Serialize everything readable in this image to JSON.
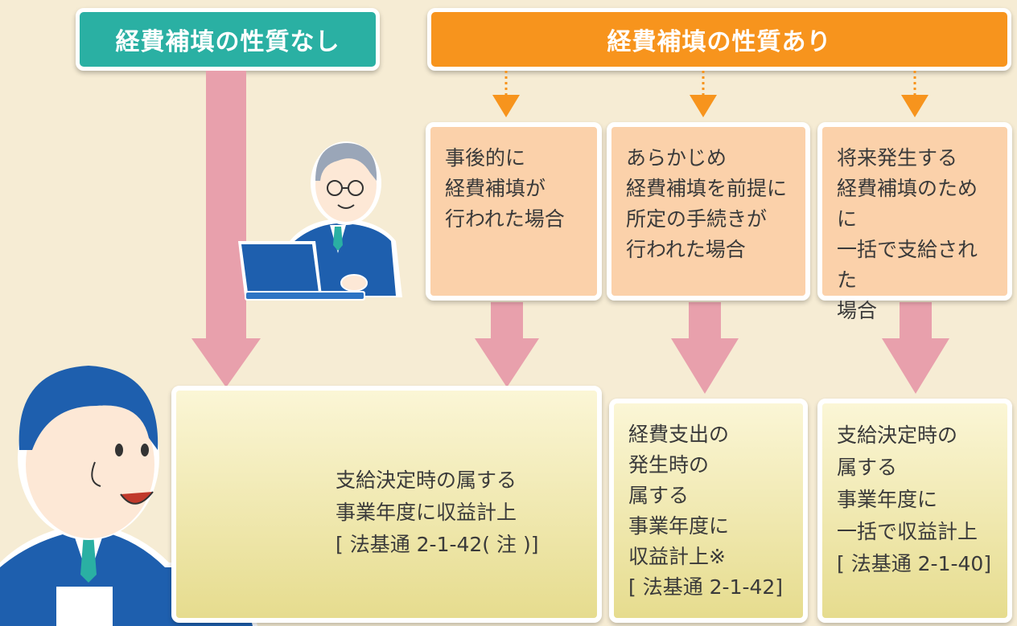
{
  "headers": {
    "no_expense_compensation": "経費補填の性質なし",
    "expense_compensation": "経費補填の性質あり"
  },
  "cases": [
    {
      "text": "事後的に\n経費補填が\n行われた場合"
    },
    {
      "text": "あらかじめ\n経費補填を前提に\n所定の手続きが\n行われた場合"
    },
    {
      "text": "将来発生する\n経費補填のために\n一括で支給された\n場合"
    }
  ],
  "results": [
    {
      "text": "支給決定時の属する\n事業年度に収益計上\n[ 法基通 2-1-42( 注 )]"
    },
    {
      "text": "経費支出の\n発生時の\n属する\n事業年度に\n収益計上※\n[ 法基通 2-1-42]"
    },
    {
      "text": "支給決定時の\n属する\n事業年度に\n一括で収益計上\n[ 法基通 2-1-40]"
    }
  ],
  "colors": {
    "teal_header": "#2ab0a3",
    "orange_header": "#f7941d",
    "case_box": "#fbd1aa",
    "result_box": "#ece39c",
    "arrow_pink": "#e8a0ac",
    "dotted_arrow": "#f7941d",
    "character_suit": "#1e5fae"
  }
}
